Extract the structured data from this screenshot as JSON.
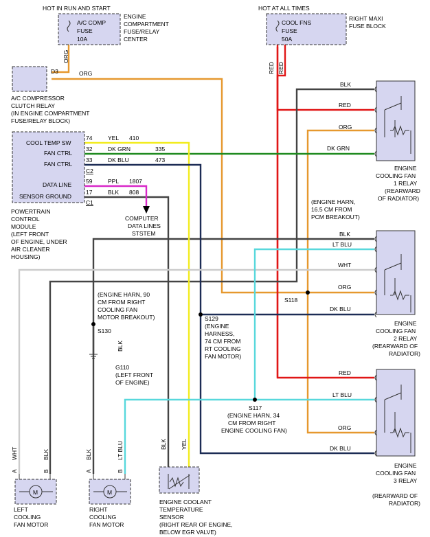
{
  "power": {
    "hot_run_start": "HOT IN RUN AND START",
    "hot_all_times": "HOT AT ALL TIMES",
    "ac_fuse": [
      "A/C COMP",
      "FUSE",
      "10A"
    ],
    "ac_fuse_location": [
      "ENGINE",
      "COMPARTMENT",
      "FUSE/RELAY",
      "CENTER"
    ],
    "fan_fuse": [
      "COOL FNS",
      "FUSE",
      "50A"
    ],
    "fan_fuse_location": [
      "RIGHT MAXI",
      "FUSE BLOCK"
    ]
  },
  "ac_relay": {
    "pin": "D3",
    "label": [
      "A/C COMPRESSOR",
      "CLUTCH RELAY",
      "(IN ENGINE COMPARTMENT",
      "FUSE/RELAY BLOCK)"
    ]
  },
  "pcm": {
    "pins": [
      {
        "name": "COOL TEMP SW",
        "num": "74",
        "color": "YEL",
        "circuit": "410"
      },
      {
        "name": "FAN CTRL",
        "num": "32",
        "color": "DK GRN",
        "circuit": "335"
      },
      {
        "name": "FAN CTRL",
        "num": "33",
        "color": "DK BLU",
        "circuit": "473"
      },
      {
        "name": "DATA LINE",
        "num": "59",
        "color": "PPL",
        "circuit": "1807"
      },
      {
        "name": "SENSOR GROUND",
        "num": "17",
        "color": "BLK",
        "circuit": "808"
      }
    ],
    "connectors": [
      "C2",
      "C1"
    ],
    "label": [
      "POWERTRAIN",
      "CONTROL",
      "MODULE",
      "(LEFT FRONT",
      "OF ENGINE, UNDER",
      "AIR CLEANER",
      "HOUSING)"
    ]
  },
  "data_lines": [
    "COMPUTER",
    "DATA LINES",
    "STSTEM"
  ],
  "wire_colors": {
    "org": "ORG",
    "red": "RED",
    "blk": "BLK",
    "dkgrn": "DK GRN",
    "wht": "WHT",
    "ltblu": "LT BLU",
    "dkblu": "DK BLU",
    "yel": "YEL"
  },
  "splices": {
    "s118": "S118",
    "s118_note": [
      "(ENGINE HARN,",
      "16.5 CM FROM",
      "PCM BREAKOUT)"
    ],
    "s129": "S129",
    "s129_note": [
      "(ENGINE",
      "HARNESS,",
      "74 CM FROM",
      "RT COOLING",
      "FAN MOTOR)"
    ],
    "s130": "S130",
    "s130_note": [
      "(ENGINE HARN, 90",
      "CM FROM RIGHT",
      "COOLING FAN",
      "MOTOR BREAKOUT)"
    ],
    "s117": "S117",
    "s117_note": [
      "(ENGINE HARN, 34",
      "CM FROM RIGHT",
      "ENGINE COOLING FAN)"
    ]
  },
  "ground": {
    "id": "G110",
    "note": [
      "(LEFT FRONT",
      "OF ENGINE)"
    ]
  },
  "relays": [
    {
      "label": [
        "ENGINE",
        "COOLING FAN",
        "1 RELAY",
        "(REARWARD",
        "OF RADIATOR)"
      ]
    },
    {
      "label": [
        "ENGINE",
        "COOLING FAN",
        "2 RELAY",
        "(REARWARD OF",
        "RADIATOR)"
      ]
    },
    {
      "label": [
        "ENGINE",
        "COOLING FAN",
        "3 RELAY",
        "(REARWARD OF",
        "RADIATOR)"
      ]
    }
  ],
  "motors": {
    "pin_a": "A",
    "pin_b": "B",
    "m": "M",
    "left_label": [
      "LEFT",
      "COOLING",
      "FAN MOTOR"
    ],
    "right_label": [
      "RIGHT",
      "COOLING",
      "FAN MOTOR"
    ]
  },
  "sensor": {
    "label": [
      "ENGINE COOLANT",
      "TEMPERATURE",
      "SENSOR",
      "(RIGHT REAR OF ENGINE,",
      "BELOW EGR VALVE)"
    ]
  }
}
